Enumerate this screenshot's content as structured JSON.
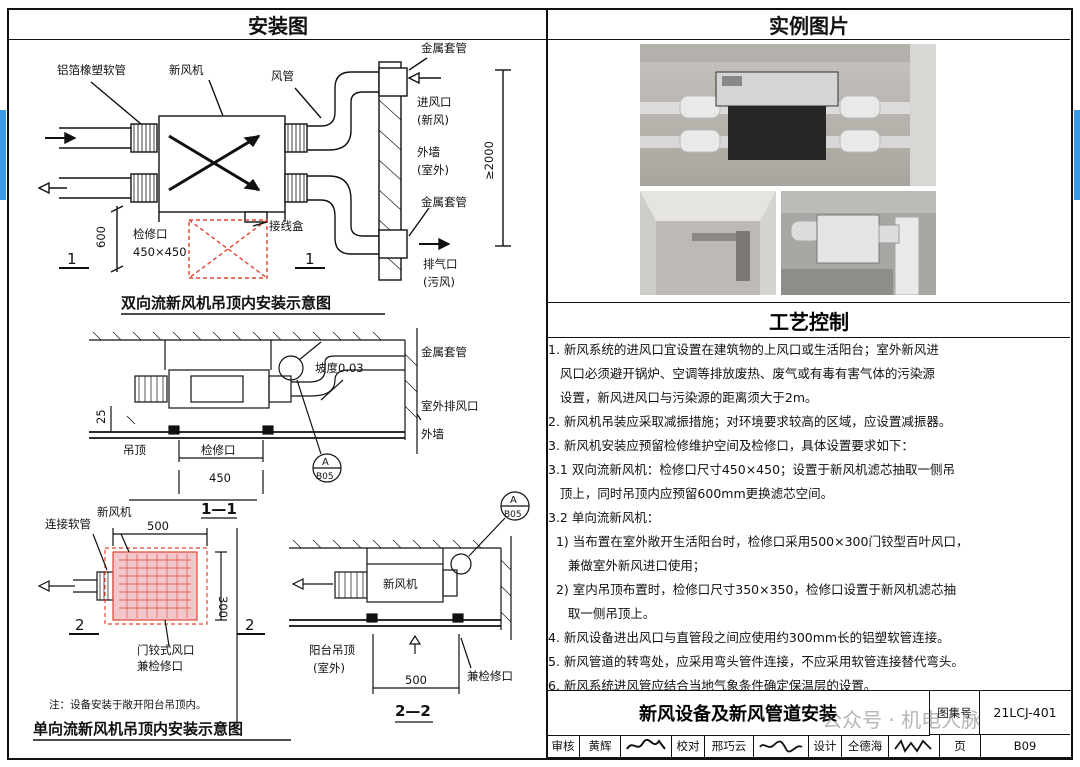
{
  "left": {
    "header": "安装图",
    "plan": {
      "labels": {
        "hose": "铝箔橡塑软管",
        "unit": "新风机",
        "duct": "风管",
        "sleeve_top": "金属套管",
        "inlet": "进风口",
        "inlet_sub": "(新风)",
        "wall": "外墙",
        "wall_sub": "(室外)",
        "sleeve_bottom": "金属套管",
        "exhaust": "排气口",
        "exhaust_sub": "(污风)",
        "access": "检修口",
        "access_size": "450×450",
        "junction": "接线盒",
        "dim_600": "600",
        "dim_2000": "≥2000",
        "sec_left": "1",
        "sec_right": "1"
      },
      "title": "双向流新风机吊顶内安装示意图"
    },
    "section11": {
      "labels": {
        "sleeve": "金属套管",
        "slope": "坡度0.03",
        "outlet": "室外排风口",
        "wall": "外墙",
        "ceiling": "吊顶",
        "access": "检修口",
        "dim_25": "25",
        "dim_450": "450",
        "ref_top": "A",
        "ref_bottom": "B05"
      },
      "title": "1—1"
    },
    "oneway": {
      "labels": {
        "hose": "连接软管",
        "unit": "新风机",
        "dim_500": "500",
        "dim_300": "300",
        "louver": "门铰式风口",
        "louver_sub": "兼检修口",
        "sec_left": "2",
        "sec_right": "2"
      },
      "note": "注：设备安装于敞开阳台吊顶内。",
      "title": "单向流新风机吊顶内安装示意图"
    },
    "section22": {
      "labels": {
        "ref_top": "A",
        "ref_bottom": "B05",
        "unit": "新风机",
        "ceiling": "阳台吊顶",
        "ceiling_sub": "(室外)",
        "access": "兼检修口",
        "dim_500": "500"
      },
      "title": "2—2"
    }
  },
  "right": {
    "header": "实例图片",
    "process_header": "工艺控制",
    "notes": [
      "1. 新风系统的进风口宜设置在建筑物的上风口或生活阳台；室外新风进",
      "   风口必须避开锅炉、空调等排放废热、废气或有毒有害气体的污染源",
      "   设置，新风进风口与污染源的距离须大于2m。",
      "2. 新风机吊装应采取减振措施；对环境要求较高的区域，应设置减振器。",
      "3. 新风机安装应预留检修维护空间及检修口，具体设置要求如下：",
      "3.1 双向流新风机：检修口尺寸450×450；设置于新风机滤芯抽取一侧吊",
      "   顶上，同时吊顶内应预留600mm更换滤芯空间。",
      "3.2 单向流新风机：",
      "  1) 当布置在室外敞开生活阳台时，检修口采用500×300门铰型百叶风口，",
      "     兼做室外新风进口使用；",
      "  2) 室内吊顶布置时，检修口尺寸350×350，检修口设置于新风机滤芯抽",
      "     取一侧吊顶上。",
      "4. 新风设备进出风口与直管段之间应使用约300mm长的铝塑软管连接。",
      "5. 新风管道的转弯处，应采用弯头管件连接，不应采用软管连接替代弯头。",
      "6. 新风系统进风管应结合当地气象条件确定保温层的设置。"
    ]
  },
  "titleblock": {
    "title": "新风设备及新风管道安装",
    "atlas_label": "图集号",
    "atlas_no": "21LCJ-401",
    "page_label": "页",
    "page_no": "B09",
    "review_label": "审核",
    "reviewer": "黄辉",
    "check_label": "校对",
    "checker": "邢巧云",
    "design_label": "设计",
    "designer": "仝德海"
  },
  "watermark": "公众号 · 机电人脉",
  "colors": {
    "line": "#111111",
    "dash_red": "#e0452f",
    "blue_edge": "#3a9be6",
    "pink_box": "#f3c6cc"
  }
}
